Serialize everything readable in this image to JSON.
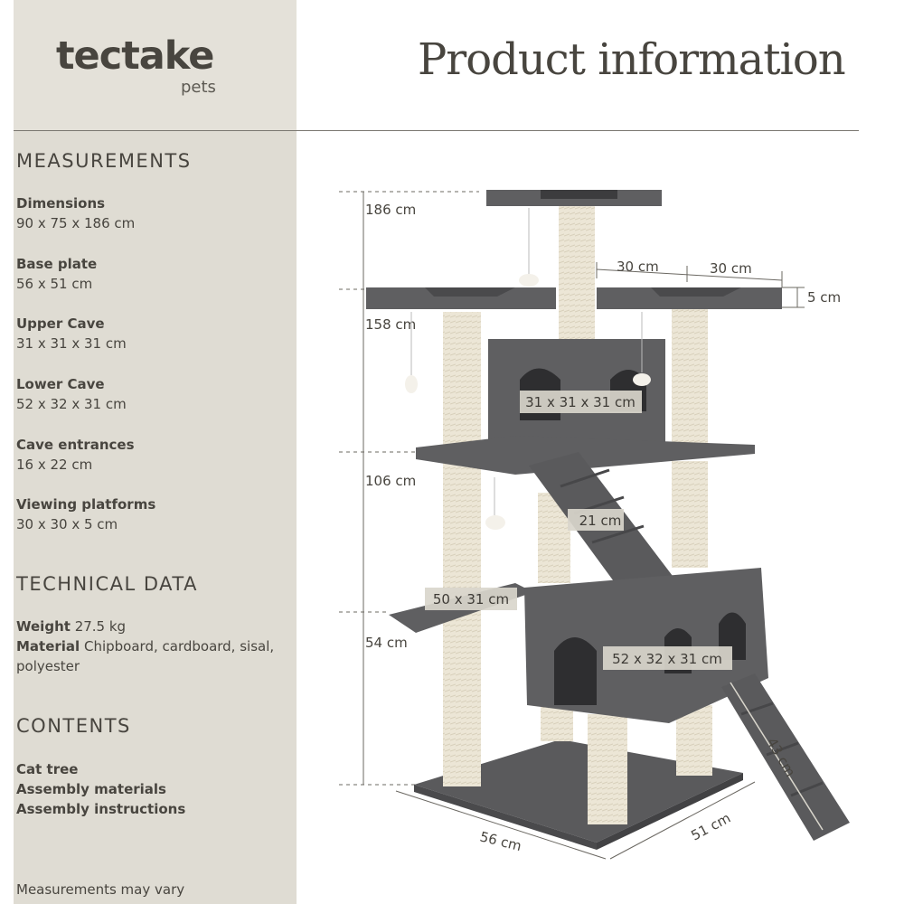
{
  "brand": {
    "name": "tectake",
    "sub": "pets"
  },
  "header": {
    "title": "Product information"
  },
  "measurements": {
    "title": "MEASUREMENTS",
    "items": [
      {
        "label": "Dimensions",
        "value": "90 x 75 x 186 cm"
      },
      {
        "label": "Base plate",
        "value": "56 x 51 cm"
      },
      {
        "label": "Upper Cave",
        "value": "31 x 31 x 31 cm"
      },
      {
        "label": "Lower Cave",
        "value": "52 x 32 x 31 cm"
      },
      {
        "label": "Cave entrances",
        "value": "16 x 22 cm"
      },
      {
        "label": "Viewing platforms",
        "value": "30 x 30 x 5 cm"
      }
    ]
  },
  "technical": {
    "title": "TECHNICAL DATA",
    "weight_label": "Weight",
    "weight_value": "27.5 kg",
    "material_label": "Material",
    "material_value": "Chipboard, cardboard, sisal, polyester"
  },
  "contents": {
    "title": "CONTENTS",
    "items": [
      "Cat tree",
      "Assembly materials",
      "Assembly instructions"
    ]
  },
  "note": "Measurements may vary",
  "diagram": {
    "heights": [
      "186 cm",
      "158 cm",
      "106 cm",
      "54 cm"
    ],
    "platform_width_left": "30 cm",
    "platform_width_right": "30 cm",
    "platform_thickness": "5 cm",
    "upper_cave": "31 x 31 x 31 cm",
    "ramp_upper": "21 cm",
    "middle_platform": "50 x 31 cm",
    "lower_cave": "52 x 32 x 31 cm",
    "ramp_lower": "43 cm",
    "base_width": "56 cm",
    "base_depth": "51 cm"
  },
  "colors": {
    "sidebar": "#dfdcd3",
    "text": "#48453f",
    "plush": "#5f5f61",
    "sisal": "#ece6d6"
  }
}
